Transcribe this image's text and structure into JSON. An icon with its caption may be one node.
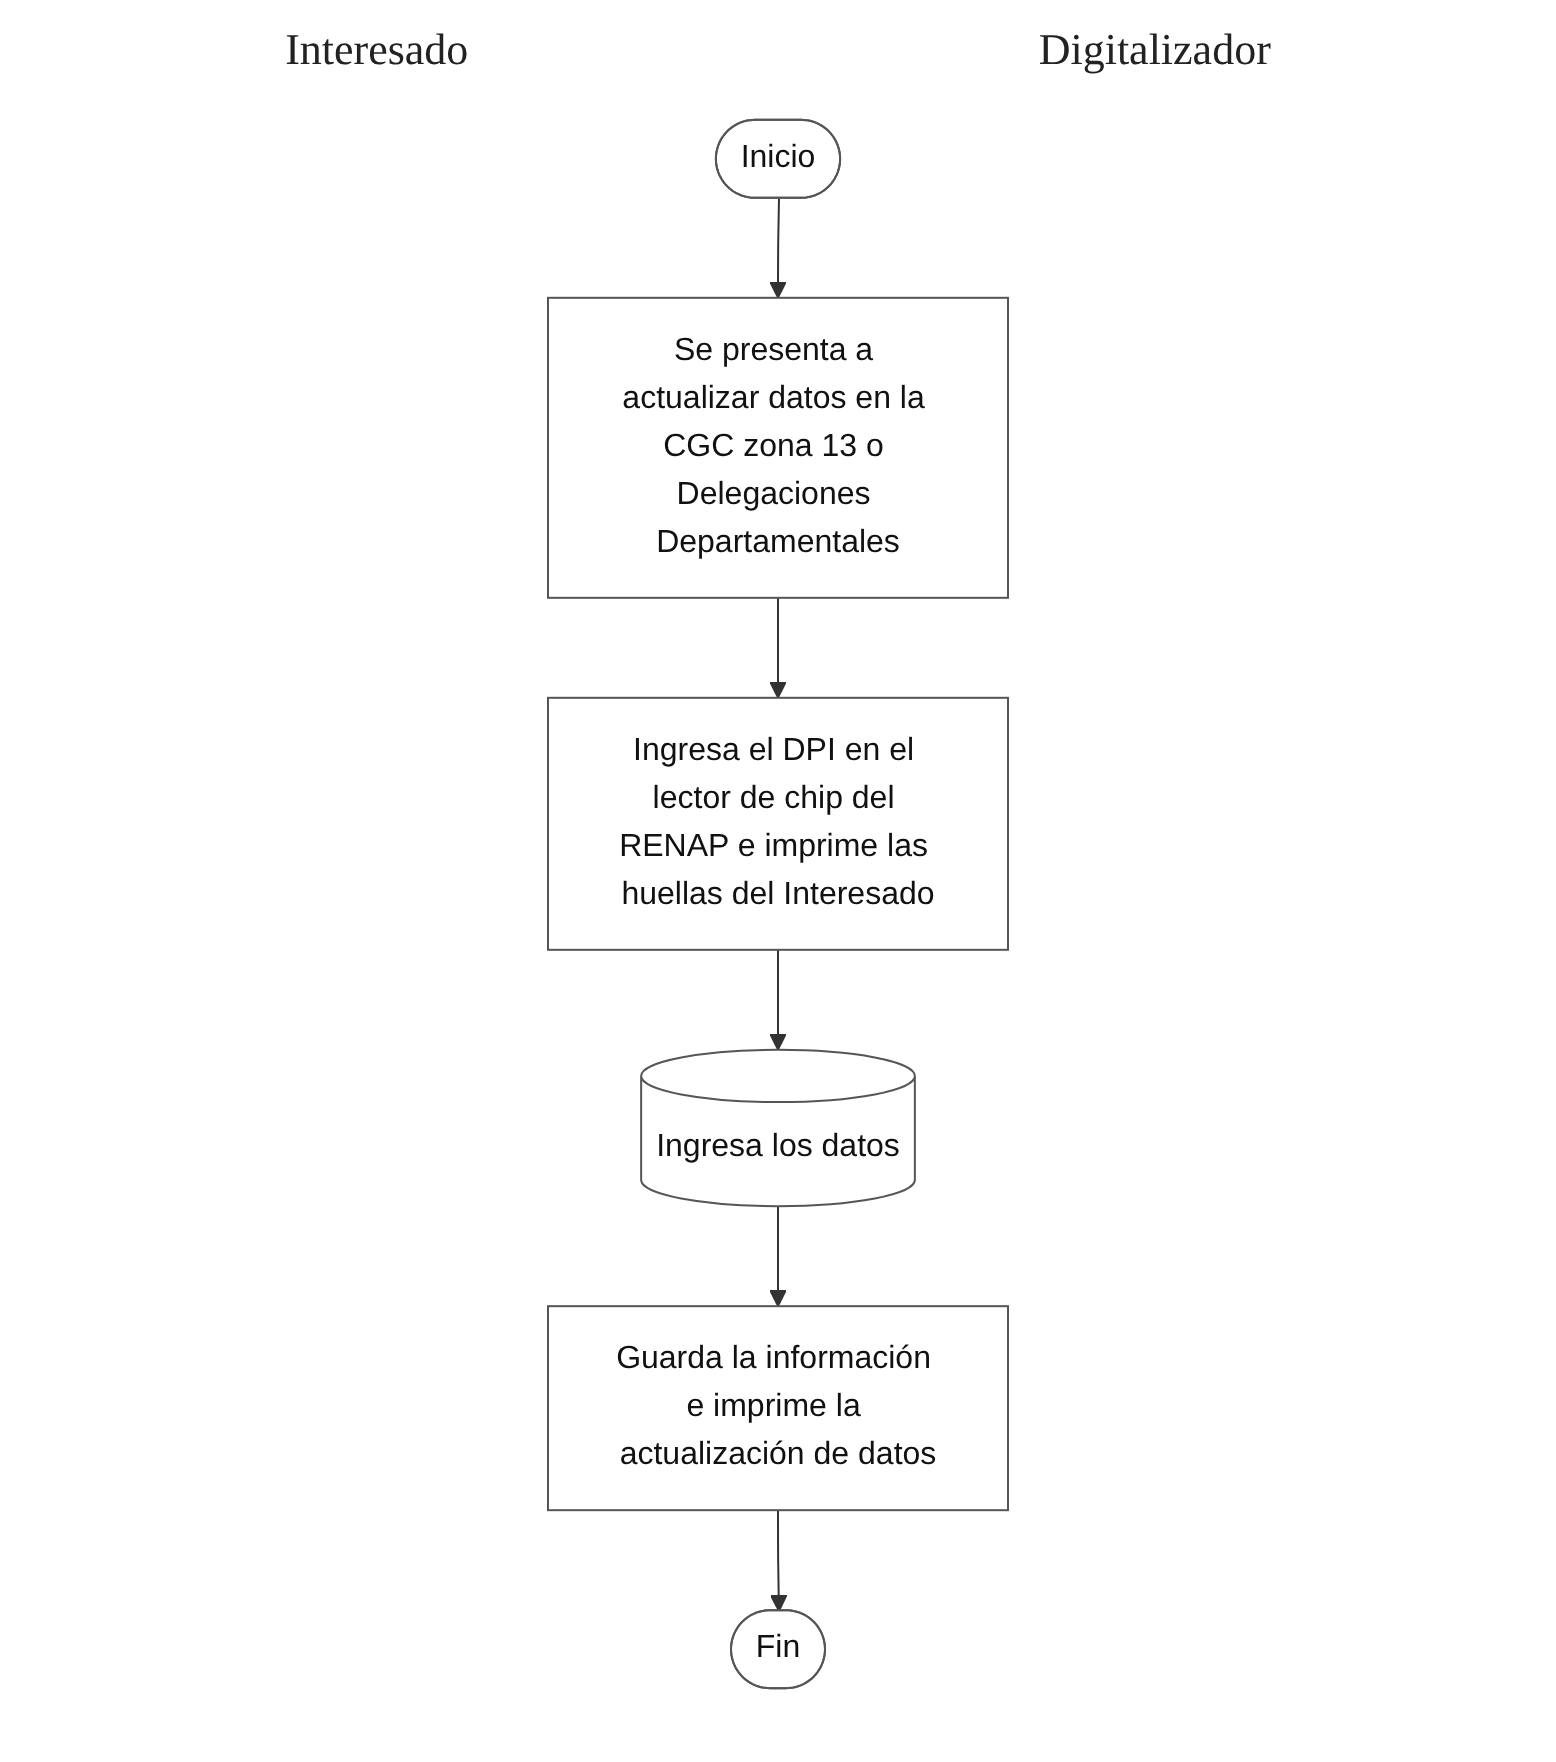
{
  "diagram": {
    "nodes": [
      {
        "text": [
          "Inicio"
        ]
      },
      {
        "text": [
          "Se presenta a actualizar datos en la CGC zona 13 o Delegaciones Departamentales"
        ]
      },
      {
        "text": [
          "Ingresa el DPI en el lector de chip del RENAP e imprime las huellas del Interesado"
        ]
      },
      {
        "text": [
          "Ingresa los datos"
        ]
      },
      {
        "text": [
          "Guarda la información e imprime la actualización de datos"
        ]
      },
      {
        "text": [
          "Fin"
        ]
      }
    ],
    "edges": [
      {
        "from": 0,
        "to": 1,
        "arrow": "to"
      },
      {
        "from": 1,
        "to": 2,
        "arrow": "to"
      },
      {
        "from": 2,
        "to": 3,
        "arrow": "to"
      },
      {
        "from": 3,
        "to": 4,
        "arrow": "to"
      },
      {
        "from": 4,
        "to": 5,
        "arrow": "to"
      }
    ],
    "labels": [
      "Interesado",
      "Digitalizador"
    ]
  }
}
